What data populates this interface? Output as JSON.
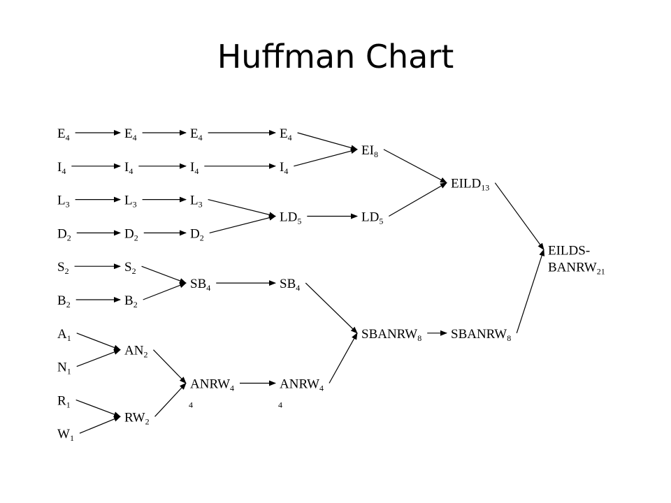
{
  "title": "Huffman Chart",
  "colors": {
    "ink": "#000000",
    "background": "#ffffff"
  },
  "nodes": [
    {
      "id": "c0_E",
      "col": 0,
      "row": 0,
      "parts": [
        {
          "t": "E"
        },
        {
          "t": "4",
          "sub": true
        }
      ]
    },
    {
      "id": "c0_I",
      "col": 0,
      "row": 1,
      "parts": [
        {
          "t": "I"
        },
        {
          "t": "4",
          "sub": true
        }
      ]
    },
    {
      "id": "c0_L",
      "col": 0,
      "row": 2,
      "parts": [
        {
          "t": "L"
        },
        {
          "t": "3",
          "sub": true
        }
      ]
    },
    {
      "id": "c0_D",
      "col": 0,
      "row": 3,
      "parts": [
        {
          "t": "D"
        },
        {
          "t": "2",
          "sub": true
        }
      ]
    },
    {
      "id": "c0_S",
      "col": 0,
      "row": 4,
      "parts": [
        {
          "t": "S"
        },
        {
          "t": "2",
          "sub": true
        }
      ]
    },
    {
      "id": "c0_B",
      "col": 0,
      "row": 5,
      "parts": [
        {
          "t": "B"
        },
        {
          "t": "2",
          "sub": true
        }
      ]
    },
    {
      "id": "c0_A",
      "col": 0,
      "row": 6,
      "parts": [
        {
          "t": "A"
        },
        {
          "t": "1",
          "sub": true
        }
      ]
    },
    {
      "id": "c0_N",
      "col": 0,
      "row": 7,
      "parts": [
        {
          "t": "N"
        },
        {
          "t": "1",
          "sub": true
        }
      ]
    },
    {
      "id": "c0_R",
      "col": 0,
      "row": 8,
      "parts": [
        {
          "t": "R"
        },
        {
          "t": "1",
          "sub": true
        }
      ]
    },
    {
      "id": "c0_W",
      "col": 0,
      "row": 9,
      "parts": [
        {
          "t": "W"
        },
        {
          "t": "1",
          "sub": true
        }
      ]
    },
    {
      "id": "c1_E",
      "col": 1,
      "row": 0,
      "parts": [
        {
          "t": "E"
        },
        {
          "t": "4",
          "sub": true
        }
      ]
    },
    {
      "id": "c1_I",
      "col": 1,
      "row": 1,
      "parts": [
        {
          "t": "I"
        },
        {
          "t": "4",
          "sub": true
        }
      ]
    },
    {
      "id": "c1_L",
      "col": 1,
      "row": 2,
      "parts": [
        {
          "t": "L"
        },
        {
          "t": "3",
          "sub": true
        }
      ]
    },
    {
      "id": "c1_D",
      "col": 1,
      "row": 3,
      "parts": [
        {
          "t": "D"
        },
        {
          "t": "2",
          "sub": true
        }
      ]
    },
    {
      "id": "c1_S",
      "col": 1,
      "row": 4,
      "parts": [
        {
          "t": "S"
        },
        {
          "t": "2",
          "sub": true
        }
      ]
    },
    {
      "id": "c1_B",
      "col": 1,
      "row": 5,
      "parts": [
        {
          "t": "B"
        },
        {
          "t": "2",
          "sub": true
        }
      ]
    },
    {
      "id": "c1_AN",
      "col": 1,
      "row": 6.5,
      "parts": [
        {
          "t": "AN"
        },
        {
          "t": "2",
          "sub": true
        }
      ]
    },
    {
      "id": "c1_RW",
      "col": 1,
      "row": 8.5,
      "parts": [
        {
          "t": "RW"
        },
        {
          "t": "2",
          "sub": true
        }
      ]
    },
    {
      "id": "c2_E",
      "col": 2,
      "row": 0,
      "parts": [
        {
          "t": "E"
        },
        {
          "t": "4",
          "sub": true
        }
      ]
    },
    {
      "id": "c2_I",
      "col": 2,
      "row": 1,
      "parts": [
        {
          "t": "I"
        },
        {
          "t": "4",
          "sub": true
        }
      ]
    },
    {
      "id": "c2_L",
      "col": 2,
      "row": 2,
      "parts": [
        {
          "t": "L"
        },
        {
          "t": "3",
          "sub": true
        }
      ]
    },
    {
      "id": "c2_D",
      "col": 2,
      "row": 3,
      "parts": [
        {
          "t": "D"
        },
        {
          "t": "2",
          "sub": true
        }
      ]
    },
    {
      "id": "c2_SB",
      "col": 2,
      "row": 4.5,
      "parts": [
        {
          "t": "SB"
        },
        {
          "t": "4",
          "sub": true
        }
      ]
    },
    {
      "id": "c2_ANRW",
      "col": 2,
      "row": 7.5,
      "parts": [
        {
          "t": "ANRW"
        },
        {
          "t": "4",
          "sub": true
        }
      ],
      "extra": [
        {
          "t": "4",
          "sub": true
        }
      ]
    },
    {
      "id": "c3_E",
      "col": 3,
      "row": 0,
      "parts": [
        {
          "t": "E"
        },
        {
          "t": "4",
          "sub": true
        }
      ]
    },
    {
      "id": "c3_I",
      "col": 3,
      "row": 1,
      "parts": [
        {
          "t": "I"
        },
        {
          "t": "4",
          "sub": true
        }
      ]
    },
    {
      "id": "c3_LD",
      "col": 3,
      "row": 2.5,
      "parts": [
        {
          "t": "LD"
        },
        {
          "t": "5",
          "sub": true
        }
      ]
    },
    {
      "id": "c3_SB",
      "col": 3,
      "row": 4.5,
      "parts": [
        {
          "t": "SB"
        },
        {
          "t": "4",
          "sub": true
        }
      ]
    },
    {
      "id": "c3_ANRW",
      "col": 3,
      "row": 7.5,
      "parts": [
        {
          "t": "ANRW"
        },
        {
          "t": "4",
          "sub": true
        }
      ],
      "extra": [
        {
          "t": "4",
          "sub": true
        }
      ]
    },
    {
      "id": "c4_EI",
      "col": 4,
      "row": 0.5,
      "parts": [
        {
          "t": "EI"
        },
        {
          "t": "8",
          "sub": true
        }
      ]
    },
    {
      "id": "c4_LD",
      "col": 4,
      "row": 2.5,
      "parts": [
        {
          "t": "LD"
        },
        {
          "t": "5",
          "sub": true
        }
      ]
    },
    {
      "id": "c4_SBANRW",
      "col": 4,
      "row": 6,
      "parts": [
        {
          "t": "SBANRW"
        },
        {
          "t": "8",
          "sub": true
        }
      ]
    },
    {
      "id": "c5_EILD",
      "col": 5,
      "row": 1.5,
      "parts": [
        {
          "t": "EILD"
        },
        {
          "t": "13",
          "sub": true
        }
      ]
    },
    {
      "id": "c5_SBANRW",
      "col": 5,
      "row": 6,
      "parts": [
        {
          "t": "SBANRW"
        },
        {
          "t": "8",
          "sub": true
        }
      ]
    },
    {
      "id": "c6_root",
      "col": 6,
      "row": 3.5,
      "parts": [
        {
          "t": "EILDS-"
        }
      ],
      "parts2": [
        {
          "t": "BANRW"
        },
        {
          "t": "21",
          "sub": true
        }
      ]
    }
  ],
  "edges": [
    [
      "c0_E",
      "c1_E"
    ],
    [
      "c0_I",
      "c1_I"
    ],
    [
      "c0_L",
      "c1_L"
    ],
    [
      "c0_D",
      "c1_D"
    ],
    [
      "c0_S",
      "c1_S"
    ],
    [
      "c0_B",
      "c1_B"
    ],
    [
      "c0_A",
      "c1_AN"
    ],
    [
      "c0_N",
      "c1_AN"
    ],
    [
      "c0_R",
      "c1_RW"
    ],
    [
      "c0_W",
      "c1_RW"
    ],
    [
      "c1_E",
      "c2_E"
    ],
    [
      "c1_I",
      "c2_I"
    ],
    [
      "c1_L",
      "c2_L"
    ],
    [
      "c1_D",
      "c2_D"
    ],
    [
      "c1_S",
      "c2_SB"
    ],
    [
      "c1_B",
      "c2_SB"
    ],
    [
      "c1_AN",
      "c2_ANRW"
    ],
    [
      "c1_RW",
      "c2_ANRW"
    ],
    [
      "c2_E",
      "c3_E"
    ],
    [
      "c2_I",
      "c3_I"
    ],
    [
      "c2_L",
      "c3_LD"
    ],
    [
      "c2_D",
      "c3_LD"
    ],
    [
      "c2_SB",
      "c3_SB"
    ],
    [
      "c2_ANRW",
      "c3_ANRW"
    ],
    [
      "c3_E",
      "c4_EI"
    ],
    [
      "c3_I",
      "c4_EI"
    ],
    [
      "c3_LD",
      "c4_LD"
    ],
    [
      "c3_SB",
      "c4_SBANRW"
    ],
    [
      "c3_ANRW",
      "c4_SBANRW"
    ],
    [
      "c4_EI",
      "c5_EILD"
    ],
    [
      "c4_LD",
      "c5_EILD"
    ],
    [
      "c4_SBANRW",
      "c5_SBANRW"
    ],
    [
      "c5_EILD",
      "c6_root"
    ],
    [
      "c5_SBANRW",
      "c6_root"
    ]
  ]
}
